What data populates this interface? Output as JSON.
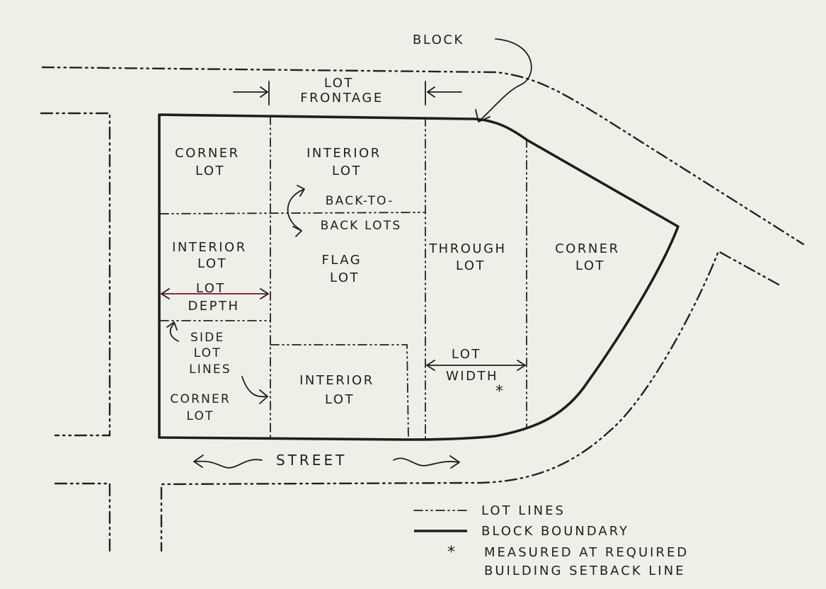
{
  "labels": {
    "block": "BLOCK",
    "lot_frontage": [
      "LOT",
      "FRONTAGE"
    ],
    "corner_lot_top": [
      "CORNER",
      "LOT"
    ],
    "interior_lot_top": [
      "INTERIOR",
      "LOT"
    ],
    "back_to_back": [
      "BACK-TO-",
      "BACK LOTS"
    ],
    "interior_lot_left": [
      "INTERIOR",
      "LOT"
    ],
    "flag_lot": [
      "FLAG",
      "LOT"
    ],
    "through_lot": [
      "THROUGH",
      "LOT"
    ],
    "corner_lot_right": [
      "CORNER",
      "LOT"
    ],
    "lot_depth": [
      "LOT",
      "DEPTH"
    ],
    "side_lot_lines": [
      "SIDE",
      "LOT",
      "LINES"
    ],
    "corner_lot_bottom": [
      "CORNER",
      "LOT"
    ],
    "interior_lot_bottom": [
      "INTERIOR",
      "LOT"
    ],
    "lot_width": [
      "LOT",
      "WIDTH"
    ],
    "asterisk": "*",
    "street": "STREET"
  },
  "legend": {
    "lot_lines": "LOT LINES",
    "block_boundary": "BLOCK BOUNDARY",
    "asterisk": "*",
    "measured": [
      "MEASURED AT REQUIRED",
      "BUILDING SETBACK LINE"
    ]
  },
  "colors": {
    "paper": "#efefe8",
    "ink": "#1e1e1e",
    "lot_depth_arrow": "#6b1a2a"
  }
}
